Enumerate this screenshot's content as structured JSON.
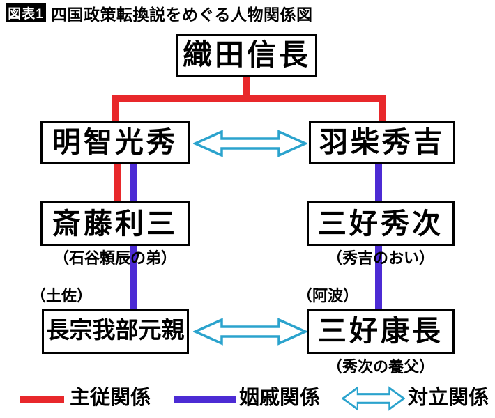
{
  "header": {
    "badge": "図表1",
    "title": "四国政策転換説をめぐる人物関係図"
  },
  "colors": {
    "master_servant": "#e8282b",
    "in_law": "#4c2bd4",
    "conflict": "#2ba3cd"
  },
  "nodes": {
    "oda": "織田信長",
    "akechi": "明智光秀",
    "hashiba": "羽柴秀吉",
    "saito": "斎藤利三",
    "saito_note": "（石谷頼辰の弟）",
    "miyoshi_hidetsugu": "三好秀次",
    "hidetsugu_note": "（秀吉のおい）",
    "chosokabe": "長宗我部元親",
    "chosokabe_region": "（土佐）",
    "miyoshi_yasunaga": "三好康長",
    "yasunaga_region": "（阿波）",
    "yasunaga_note": "（秀次の養父）"
  },
  "relations": [
    {
      "from": "織田信長",
      "to": "明智光秀",
      "type": "主従関係"
    },
    {
      "from": "織田信長",
      "to": "羽柴秀吉",
      "type": "主従関係"
    },
    {
      "from": "明智光秀",
      "to": "斎藤利三",
      "type": "主従関係"
    },
    {
      "from": "明智光秀",
      "to": "斎藤利三",
      "type": "姻戚関係"
    },
    {
      "from": "明智光秀",
      "to": "羽柴秀吉",
      "type": "対立関係"
    },
    {
      "from": "羽柴秀吉",
      "to": "三好秀次",
      "type": "姻戚関係"
    },
    {
      "from": "斎藤利三",
      "to": "長宗我部元親",
      "type": "姻戚関係"
    },
    {
      "from": "三好秀次",
      "to": "三好康長",
      "type": "姻戚関係"
    },
    {
      "from": "長宗我部元親",
      "to": "三好康長",
      "type": "対立関係"
    }
  ],
  "legend": {
    "master_servant": "主従関係",
    "in_law": "姻戚関係",
    "conflict": "対立関係"
  }
}
